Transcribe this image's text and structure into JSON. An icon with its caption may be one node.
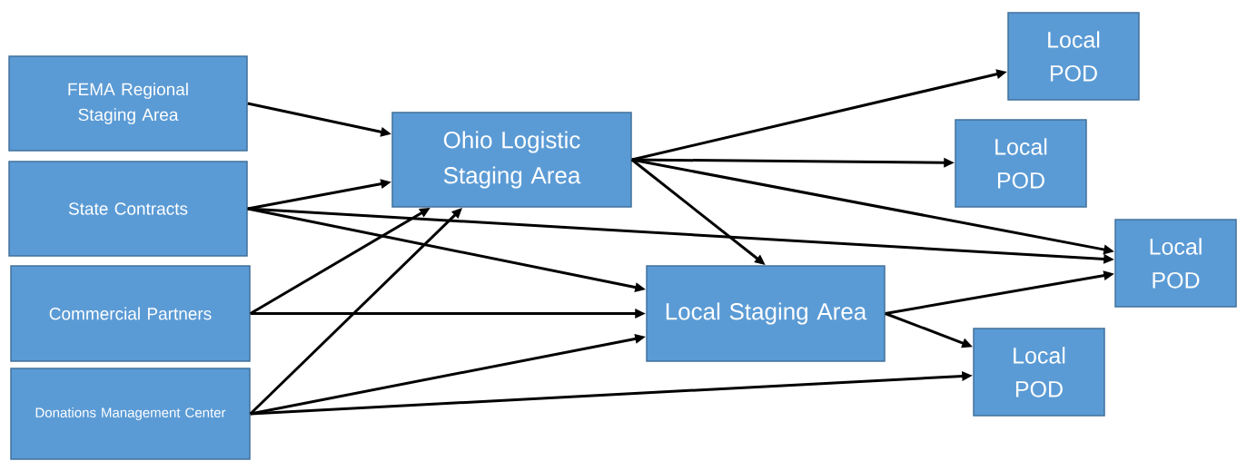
{
  "diagram": {
    "nodes": [
      {
        "text": [
          "FEMA Regional Staging Area"
        ]
      },
      {
        "text": [
          "State Contracts"
        ]
      },
      {
        "text": [
          "Commercial Partners"
        ]
      },
      {
        "text": [
          "Donations Management Center"
        ]
      },
      {
        "text": [
          "Ohio Logistic Staging Area"
        ]
      },
      {
        "text": [
          "Local POD"
        ]
      },
      {
        "text": [
          "Local POD"
        ]
      },
      {
        "text": [
          "Local POD"
        ]
      },
      {
        "text": [
          "Local Staging Area"
        ]
      },
      {
        "text": [
          "Local POD"
        ]
      }
    ],
    "edges": [
      {
        "from": 0,
        "to": 4,
        "arrow": "to"
      },
      {
        "from": 1,
        "to": 4,
        "arrow": "to"
      },
      {
        "from": 1,
        "to": 7,
        "arrow": "to"
      },
      {
        "from": 1,
        "to": 8,
        "arrow": "to"
      },
      {
        "from": 2,
        "to": 4,
        "arrow": "to"
      },
      {
        "from": 2,
        "to": 8,
        "arrow": "to"
      },
      {
        "from": 3,
        "to": 4,
        "arrow": "to"
      },
      {
        "from": 3,
        "to": 8,
        "arrow": "to"
      },
      {
        "from": 3,
        "to": 9,
        "arrow": "to"
      },
      {
        "from": 4,
        "to": 5,
        "arrow": "to"
      },
      {
        "from": 4,
        "to": 6,
        "arrow": "to"
      },
      {
        "from": 4,
        "to": 7,
        "arrow": "to"
      },
      {
        "from": 4,
        "to": 8,
        "arrow": "to"
      },
      {
        "from": 8,
        "to": 7,
        "arrow": "to"
      },
      {
        "from": 8,
        "to": 9,
        "arrow": "to"
      }
    ]
  }
}
